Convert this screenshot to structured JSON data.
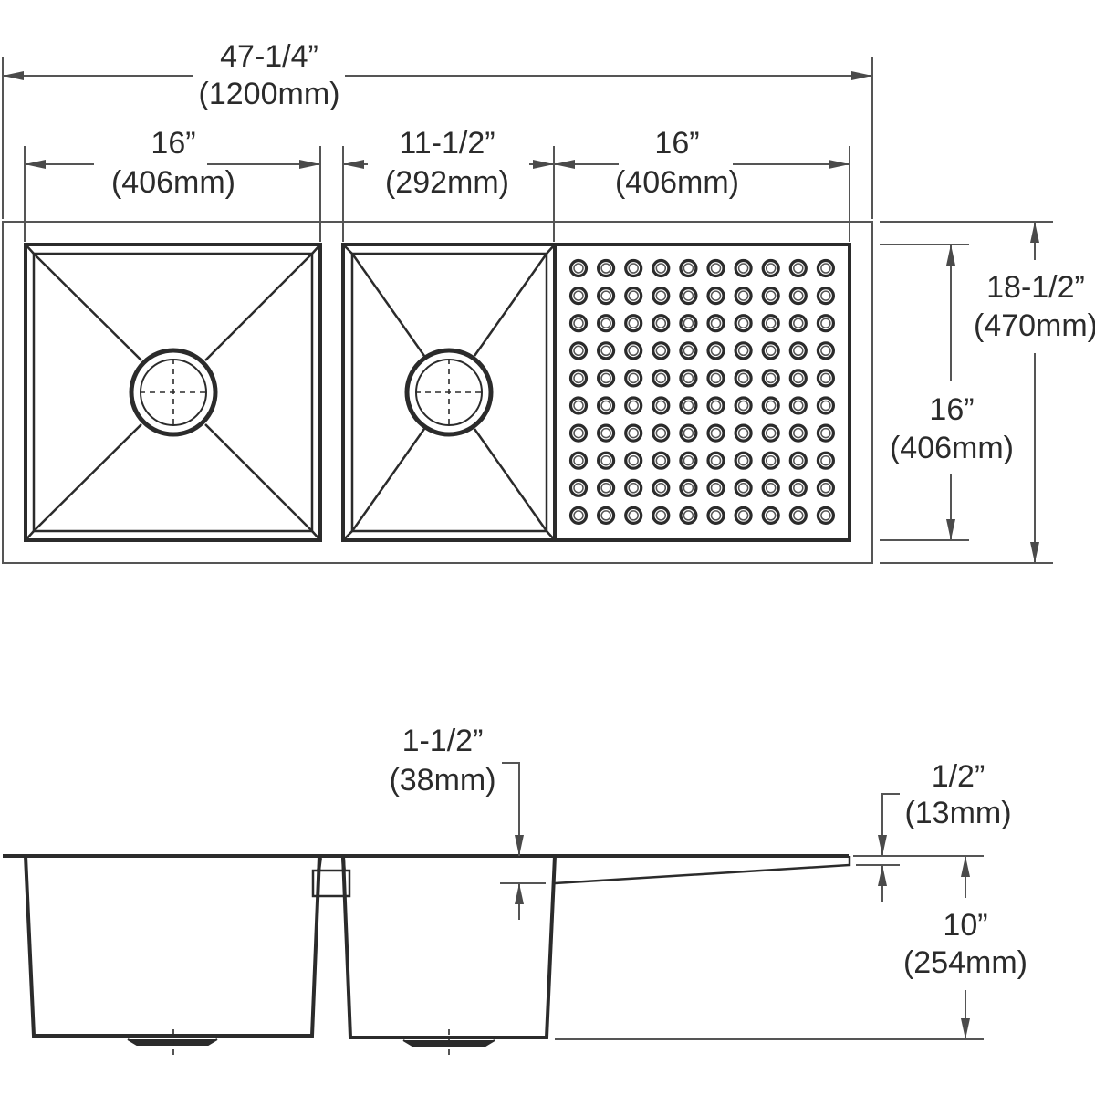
{
  "diagram": {
    "type": "technical-drawing",
    "subject": "undermount double-bowl kitchen sink with integrated drainboard",
    "line_color": "#2b2b2b",
    "dimension_color": "#555555",
    "background": "#ffffff"
  },
  "top_view": {
    "overall_width": {
      "imperial": "47-1/4”",
      "metric": "(1200mm)"
    },
    "left_bowl_width": {
      "imperial": "16”",
      "metric": "(406mm)"
    },
    "center_bowl_width": {
      "imperial": "11-1/2”",
      "metric": "(292mm)"
    },
    "drainboard_width": {
      "imperial": "16”",
      "metric": "(406mm)"
    },
    "overall_depth": {
      "imperial": "18-1/2”",
      "metric": "(470mm)"
    },
    "bowl_depth_front_back": {
      "imperial": "16”",
      "metric": "(406mm)"
    },
    "drainboard_grid": {
      "rows": 10,
      "columns": 10
    }
  },
  "side_view": {
    "rim_offset": {
      "imperial": "1-1/2”",
      "metric": "(38mm)"
    },
    "deck_thickness": {
      "imperial": "1/2”",
      "metric": "(13mm)"
    },
    "bowl_depth": {
      "imperial": "10”",
      "metric": "(254mm)"
    }
  }
}
